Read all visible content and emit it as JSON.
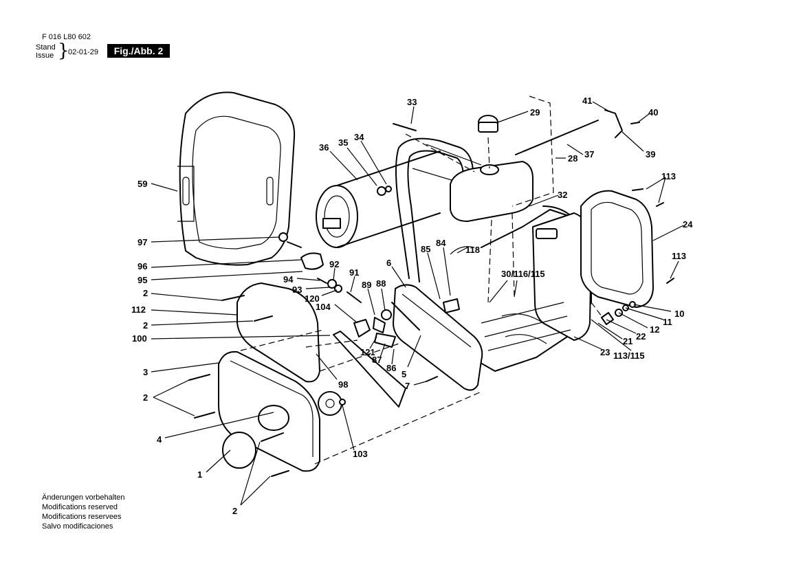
{
  "header": {
    "part_number": "F 016 L80 602",
    "stand_label": "Stand",
    "issue_label": "Issue",
    "date": "02-01-29",
    "figure": "Fig./Abb. 2"
  },
  "footer": {
    "lines": [
      "Änderungen vorbehalten",
      "Modifications reserved",
      "Modifications reservees",
      "Salvo modificaciones"
    ]
  },
  "callouts": [
    "33",
    "29",
    "41",
    "40",
    "36",
    "35",
    "34",
    "37",
    "39",
    "28",
    "59",
    "113",
    "32",
    "24",
    "97",
    "85",
    "84",
    "118",
    "113",
    "96",
    "92",
    "6",
    "91",
    "30/116/115",
    "95",
    "94",
    "89",
    "88",
    "93",
    "2",
    "120",
    "104",
    "112",
    "10",
    "2",
    "11",
    "12",
    "100",
    "22",
    "21",
    "121",
    "87",
    "86",
    "23",
    "113/115",
    "3",
    "5",
    "98",
    "7",
    "2",
    "4",
    "103",
    "1",
    "2"
  ]
}
